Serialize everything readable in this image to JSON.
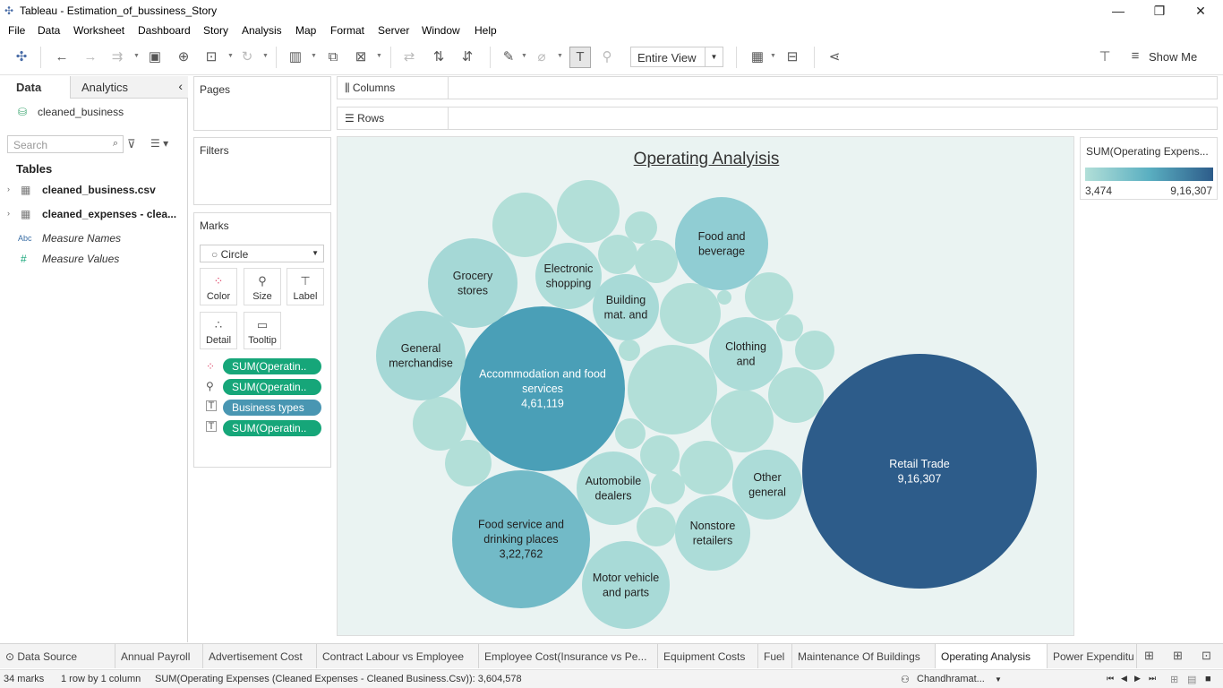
{
  "window": {
    "title": "Tableau - Estimation_of_bussiness_Story",
    "minimize": "—",
    "restore": "❐",
    "close": "✕"
  },
  "menu": [
    "File",
    "Data",
    "Worksheet",
    "Dashboard",
    "Story",
    "Analysis",
    "Map",
    "Format",
    "Server",
    "Window",
    "Help"
  ],
  "toolbar": {
    "fit_value": "Entire View",
    "show_me": "Show Me"
  },
  "data_pane": {
    "tab_data": "Data",
    "tab_analytics": "Analytics",
    "datasource": "cleaned_business",
    "search_placeholder": "Search",
    "tables_heading": "Tables",
    "tables": [
      "cleaned_business.csv",
      "cleaned_expenses - clea..."
    ],
    "measure_names": "Measure Names",
    "measure_values": "Measure Values"
  },
  "shelves": {
    "pages": "Pages",
    "filters": "Filters",
    "marks": "Marks",
    "columns": "Columns",
    "rows": "Rows"
  },
  "marks_card": {
    "type": "Circle",
    "buttons": [
      "Color",
      "Size",
      "Label",
      "Detail",
      "Tooltip"
    ],
    "pills": [
      "SUM(Operatin..",
      "SUM(Operatin..",
      "Business types",
      "SUM(Operatin.."
    ]
  },
  "colors": {
    "pill_green": "#16a679",
    "pill_blue": "#4996b2",
    "dark": "#2d5c8a"
  },
  "legend": {
    "title": "SUM(Operating Expens...",
    "min": "3,474",
    "max": "9,16,307"
  },
  "chart_data": {
    "type": "bubble",
    "title": "Operating Analyisis",
    "color_range": [
      3474,
      916307
    ],
    "labeled_bubbles": [
      {
        "name": "Retail Trade",
        "value": 916307,
        "label_value": "9,16,307"
      },
      {
        "name": "Accommodation and food services",
        "value": 461119,
        "label_value": "4,61,119"
      },
      {
        "name": "Food service and drinking places",
        "value": 322762,
        "label_value": "3,22,762"
      },
      {
        "name": "Food and beverage"
      },
      {
        "name": "Grocery stores"
      },
      {
        "name": "Electronic shopping"
      },
      {
        "name": "Building mat. and"
      },
      {
        "name": "General merchandise"
      },
      {
        "name": "Clothing and"
      },
      {
        "name": "Automobile dealers"
      },
      {
        "name": "Other general"
      },
      {
        "name": "Nonstore retailers"
      },
      {
        "name": "Motor vehicle and parts"
      }
    ]
  },
  "sheet_tabs": [
    "Data Source",
    "Annual Payroll",
    "Advertisement Cost",
    "Contract Labour vs Employee",
    "Employee Cost(Insurance vs Pe...",
    "Equipment Costs",
    "Fuel",
    "Maintenance Of Buildings",
    "Operating Analysis",
    "Power Expenditu"
  ],
  "status": {
    "marks": "34 marks",
    "dims": "1 row by 1 column",
    "sum": "SUM(Operating Expenses (Cleaned Expenses - Cleaned Business.Csv)): 3,604,578",
    "user": "Chandhramat..."
  }
}
